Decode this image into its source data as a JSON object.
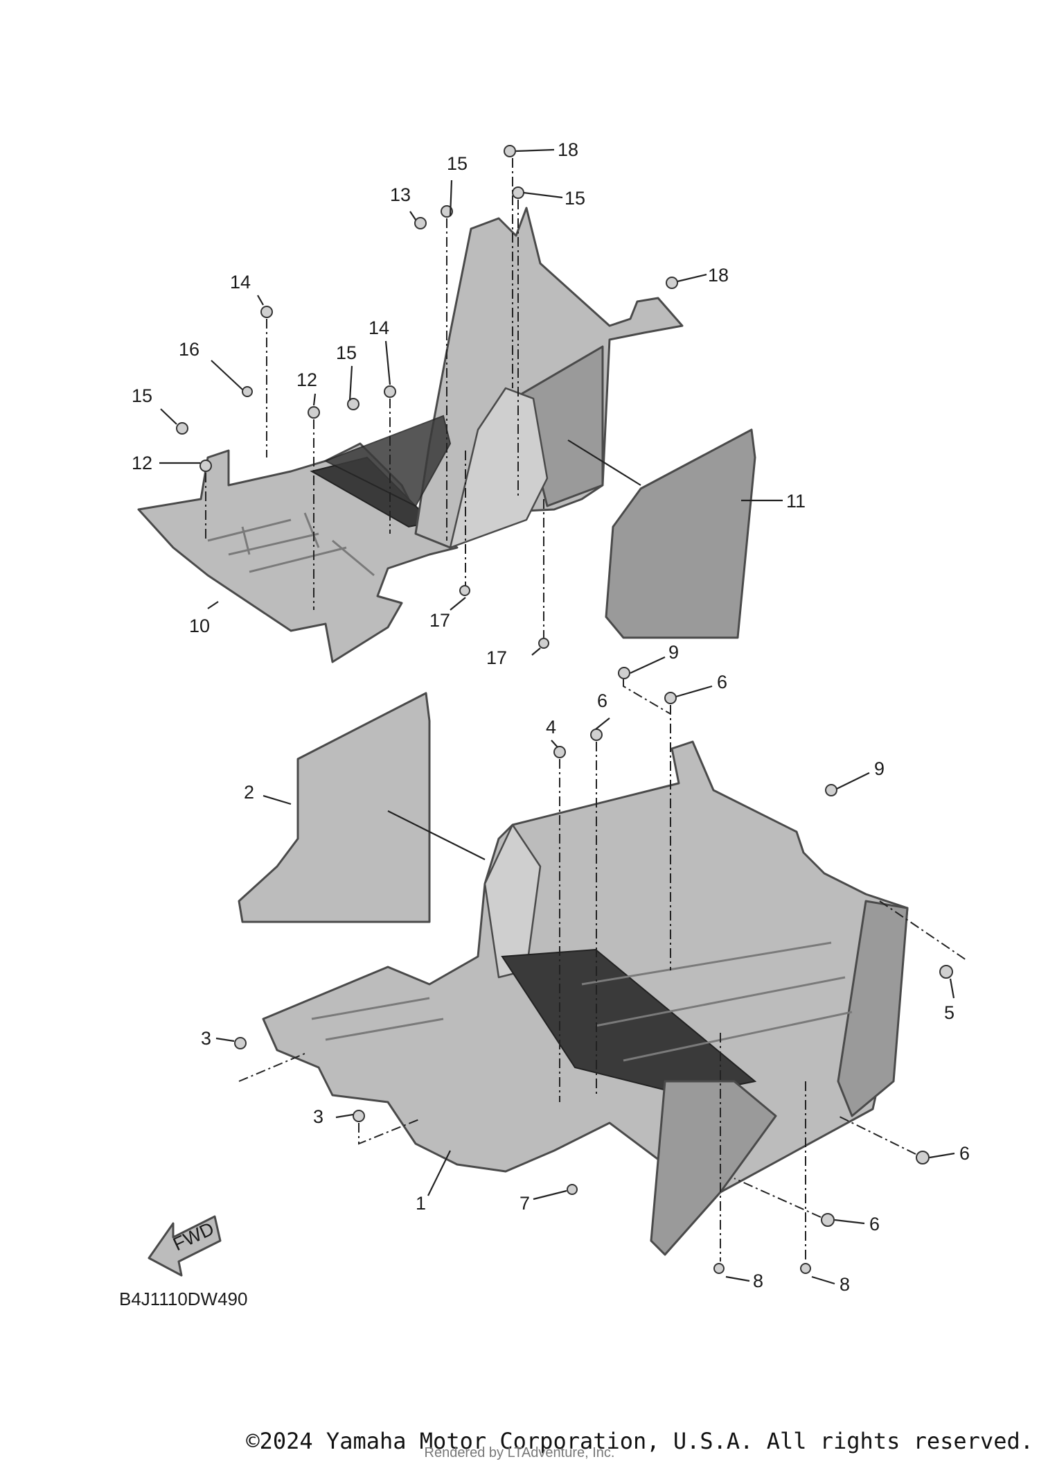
{
  "diagram": {
    "code": "B4J1110DW490",
    "fwd_label": "FWD",
    "copyright": "©2024 Yamaha Motor Corporation, U.S.A. All rights reserved.",
    "rendered_by": "Rendered by LTAdventure, Inc.",
    "callouts": [
      {
        "id": "callout-18-top",
        "text": "18"
      },
      {
        "id": "callout-15-top-left",
        "text": "15"
      },
      {
        "id": "callout-15-top-right",
        "text": "15"
      },
      {
        "id": "callout-13",
        "text": "13"
      },
      {
        "id": "callout-18-right",
        "text": "18"
      },
      {
        "id": "callout-14-left",
        "text": "14"
      },
      {
        "id": "callout-16",
        "text": "16"
      },
      {
        "id": "callout-15-mid",
        "text": "15"
      },
      {
        "id": "callout-14-mid",
        "text": "14"
      },
      {
        "id": "callout-12-mid",
        "text": "12"
      },
      {
        "id": "callout-15-left",
        "text": "15"
      },
      {
        "id": "callout-12-left",
        "text": "12"
      },
      {
        "id": "callout-11",
        "text": "11"
      },
      {
        "id": "callout-10",
        "text": "10"
      },
      {
        "id": "callout-17-left",
        "text": "17"
      },
      {
        "id": "callout-17-right",
        "text": "17"
      },
      {
        "id": "callout-9-top",
        "text": "9"
      },
      {
        "id": "callout-6-top-right",
        "text": "6"
      },
      {
        "id": "callout-6-top-left",
        "text": "6"
      },
      {
        "id": "callout-4",
        "text": "4"
      },
      {
        "id": "callout-9-right",
        "text": "9"
      },
      {
        "id": "callout-2",
        "text": "2"
      },
      {
        "id": "callout-5",
        "text": "5"
      },
      {
        "id": "callout-3-upper",
        "text": "3"
      },
      {
        "id": "callout-3-lower",
        "text": "3"
      },
      {
        "id": "callout-6-right",
        "text": "6"
      },
      {
        "id": "callout-6-bottom",
        "text": "6"
      },
      {
        "id": "callout-1",
        "text": "1"
      },
      {
        "id": "callout-7",
        "text": "7"
      },
      {
        "id": "callout-8-left",
        "text": "8"
      },
      {
        "id": "callout-8-right",
        "text": "8"
      }
    ]
  }
}
